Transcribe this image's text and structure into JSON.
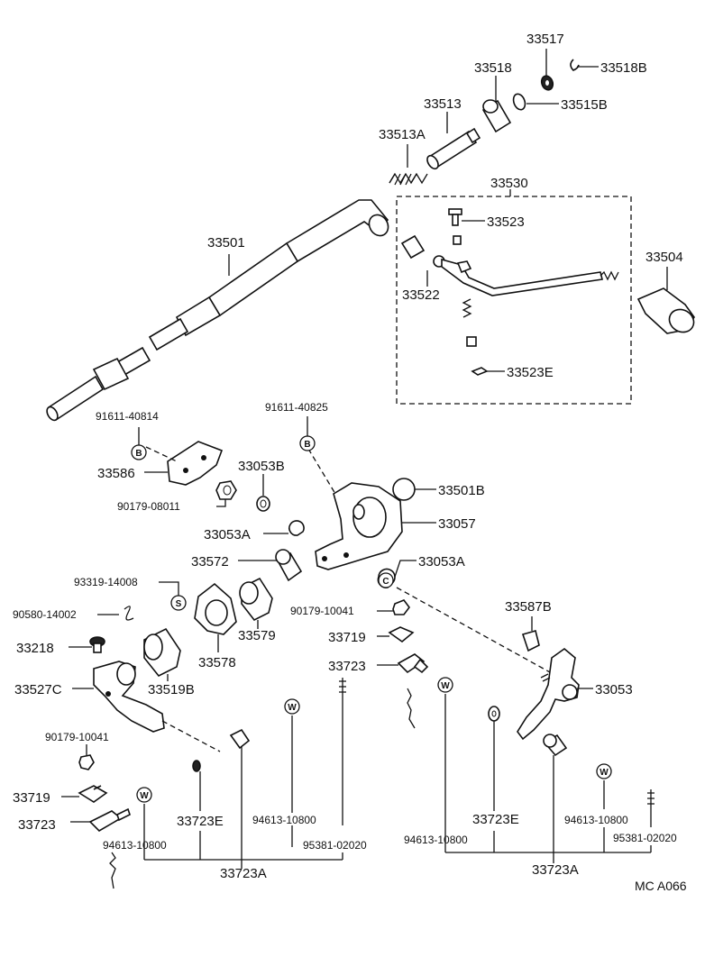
{
  "diagram": {
    "reference_code": "MC  A066",
    "labels": {
      "p33517": "33517",
      "p33518": "33518",
      "p33518B": "33518B",
      "p33513": "33513",
      "p33515B": "33515B",
      "p33513A": "33513A",
      "p33530": "33530",
      "p33523": "33523",
      "p33501": "33501",
      "p33504": "33504",
      "p33522": "33522",
      "p33523E": "33523E",
      "p91611_40814": "91611-40814",
      "p91611_40825": "91611-40825",
      "p33586": "33586",
      "p33053B": "33053B",
      "p33501B": "33501B",
      "p90179_08011": "90179-08011",
      "p33053A_left": "33053A",
      "p33057": "33057",
      "p33572": "33572",
      "p33053A_right": "33053A",
      "p93319_14008": "93319-14008",
      "p33587B": "33587B",
      "p90580_14002": "90580-14002",
      "p33579": "33579",
      "p90179_10041_right": "90179-10041",
      "p33218": "33218",
      "p33578": "33578",
      "p33719_right": "33719",
      "p33723_right": "33723",
      "p33527C": "33527C",
      "p33519B": "33519B",
      "p33053": "33053",
      "p90179_10041_left": "90179-10041",
      "p33719_left": "33719",
      "p33723E_left": "33723E",
      "p33723_left": "33723",
      "p94613_10800_a": "94613-10800",
      "p94613_10800_b": "94613-10800",
      "p95381_02020_a": "95381-02020",
      "p33723A_left": "33723A",
      "p33723E_right": "33723E",
      "p94613_10800_c": "94613-10800",
      "p94613_10800_d": "94613-10800",
      "p95381_02020_b": "95381-02020",
      "p33723A_right": "33723A"
    },
    "symbols": {
      "bolt": "B",
      "washer": "W",
      "clip": "C",
      "stud": "S"
    }
  }
}
